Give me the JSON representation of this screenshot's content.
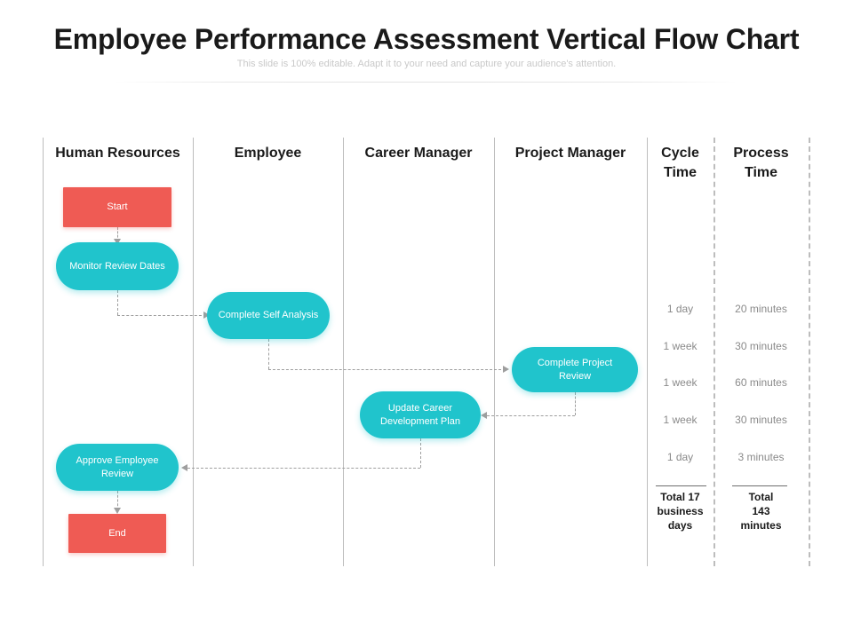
{
  "slide": {
    "title": "Employee Performance Assessment Vertical Flow Chart",
    "subtitle": "This slide is 100% editable. Adapt it to your need and capture your audience's attention."
  },
  "colors": {
    "terminal": "#EF5B54",
    "process": "#20C4CC",
    "lane_line": "#BDBDBD",
    "connector": "#9E9E9E",
    "title_text": "#1A1A1A",
    "subtitle_text": "#C9C9C9",
    "time_text": "#8A8A8A"
  },
  "lanes": [
    {
      "id": "human-resources",
      "label": "Human Resources"
    },
    {
      "id": "employee",
      "label": "Employee"
    },
    {
      "id": "career-manager",
      "label": "Career Manager"
    },
    {
      "id": "project-manager",
      "label": "Project Manager"
    },
    {
      "id": "cycle-time",
      "label": "Cycle\nTime",
      "label_line1": "Cycle",
      "label_line2": "Time"
    },
    {
      "id": "process-time",
      "label": "Process\nTime",
      "label_line1": "Process",
      "label_line2": "Time"
    }
  ],
  "nodes": [
    {
      "id": "start",
      "label": "Start",
      "lane": "human-resources",
      "shape": "terminal"
    },
    {
      "id": "monitor-review-dates",
      "label": "Monitor Review Dates",
      "lane": "human-resources",
      "shape": "process"
    },
    {
      "id": "complete-self-analysis",
      "label": "Complete Self Analysis",
      "lane": "employee",
      "shape": "process"
    },
    {
      "id": "complete-project-review",
      "label": "Complete Project Review",
      "lane": "project-manager",
      "shape": "process"
    },
    {
      "id": "update-career-development-plan",
      "label": "Update Career Development Plan",
      "lane": "career-manager",
      "shape": "process"
    },
    {
      "id": "approve-employee-review",
      "label": "Approve Employee Review",
      "lane": "human-resources",
      "shape": "process"
    },
    {
      "id": "end",
      "label": "End",
      "lane": "human-resources",
      "shape": "terminal"
    }
  ],
  "chart_data": {
    "type": "table",
    "title": "Employee Performance Assessment Vertical Flow Chart",
    "columns": [
      "Cycle Time",
      "Process Time"
    ],
    "rows": [
      {
        "step": "Monitor Review Dates",
        "cycle_time": "1 day",
        "process_time": "20 minutes"
      },
      {
        "step": "Complete Self Analysis",
        "cycle_time": "1 week",
        "process_time": "30 minutes"
      },
      {
        "step": "Complete Project Review",
        "cycle_time": "1 week",
        "process_time": "60 minutes"
      },
      {
        "step": "Update Career Development Plan",
        "cycle_time": "1 week",
        "process_time": "30 minutes"
      },
      {
        "step": "Approve Employee Review",
        "cycle_time": "1 day",
        "process_time": "3 minutes"
      }
    ],
    "totals": {
      "cycle_time": "Total 17 business days",
      "cycle_time_l1": "Total 17",
      "cycle_time_l2": "business",
      "cycle_time_l3": "days",
      "process_time": "Total 143 minutes",
      "process_time_l1": "Total",
      "process_time_l2": "143",
      "process_time_l3": "minutes"
    }
  }
}
